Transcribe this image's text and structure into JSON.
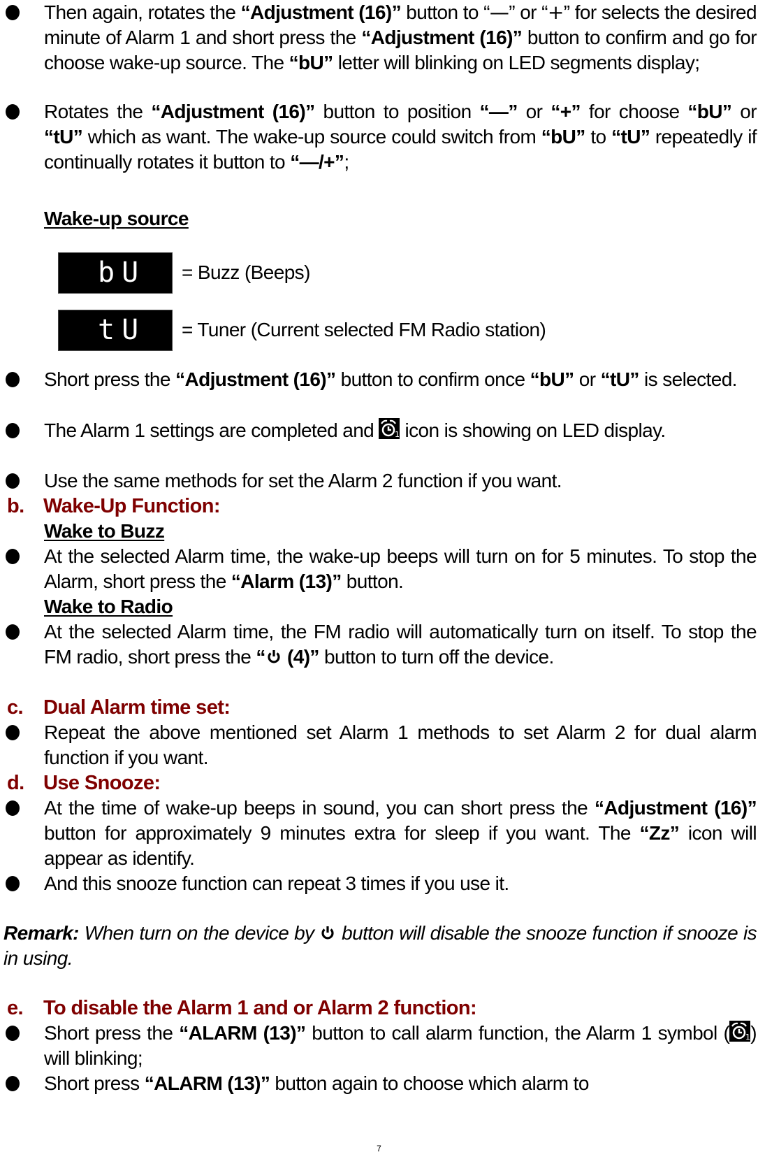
{
  "page_number": "7",
  "colors": {
    "heading": "#7f0000",
    "text": "#000000",
    "led_bg": "#000000",
    "led_fg": "#ffffff"
  },
  "para1": {
    "t1": "Then again, rotates the ",
    "b1": "“Adjustment (16)”",
    "t2": " button to “",
    "minus": "—",
    "t3": "” or “",
    "plus": "+",
    "t4": "” for selects the desired minute of Alarm 1 and short press the ",
    "b2": "“Adjustment (16)”",
    "t5": " button to confirm and go for choose wake-up source. The ",
    "b3": "“bU”",
    "t6": " letter will blinking on LED segments display;"
  },
  "para2": {
    "t1": "Rotates the ",
    "b1": "“Adjustment (16)”",
    "t2": " button to position ",
    "b2": "“—”",
    "t3": " or ",
    "b3": "“+”",
    "t4": " for choose ",
    "b4": "“bU”",
    "t5": " or ",
    "b5": "“tU”",
    "t6": " which as want. The wake-up source could switch from ",
    "b6": "“bU”",
    "t7": " to ",
    "b7": "“tU”",
    "t8": " repeatedly if continually rotates it button to ",
    "b8": "“—/+”",
    "t9": ";"
  },
  "wake_source_title": "Wake-up source",
  "wake_sources": [
    {
      "display": "bU",
      "label": "= Buzz (Beeps)"
    },
    {
      "display": "tU",
      "label": "= Tuner (Current selected FM Radio station)"
    }
  ],
  "para3": {
    "t1": "Short press the ",
    "b1": "“Adjustment (16)”",
    "t2": " button to confirm once ",
    "b2": "“bU”",
    "t3": " or ",
    "b3": "“tU”",
    "t4": " is selected."
  },
  "para4": {
    "t1": "The Alarm 1 settings are completed and ",
    "icon": "alarm-1-icon",
    "t2": " icon is showing on LED display."
  },
  "para5": {
    "text": "Use the same methods for set the Alarm 2 function if you want."
  },
  "section_b": {
    "letter": "b.",
    "title": "Wake-Up Function:"
  },
  "wake_buzz_title": "Wake to Buzz",
  "para6": {
    "t1": "At the selected Alarm time, the wake-up beeps will turn on for 5 minutes. To stop the Alarm, short press the ",
    "b1": "“Alarm (13)”",
    "t2": " button."
  },
  "wake_radio_title": "Wake to Radio",
  "para7": {
    "t1": "At the selected Alarm time, the FM radio will automatically turn on itself. To stop the FM radio, short press the ",
    "b1a": "“",
    "icon": "power-icon",
    "b1b": " (4)”",
    "t2": " button to turn off the device."
  },
  "section_c": {
    "letter": "c.",
    "title": "Dual Alarm time set:"
  },
  "para8": {
    "text": "Repeat the above mentioned set Alarm 1 methods to set Alarm 2 for dual alarm function if you want."
  },
  "section_d": {
    "letter": "d.",
    "title": "Use Snooze:"
  },
  "para9": {
    "t1": "At the time of wake-up beeps in sound, you can short press the ",
    "b1": "“Adjustment (16)”",
    "t2": " button for approximately 9 minutes extra for sleep if you want. The ",
    "b2": "“Zz”",
    "t3": " icon will appear as identify."
  },
  "para10": {
    "text": "And this snooze function can repeat 3 times if you use it."
  },
  "remark": {
    "label": "Remark:",
    "t1": " When turn on the device by ",
    "icon": "power-icon",
    "t2": " button will disable the snooze function if snooze is in using."
  },
  "section_e": {
    "letter": "e.",
    "title": "To disable the Alarm 1 and or Alarm 2 function:"
  },
  "para11": {
    "t1": "Short press the ",
    "b1": "“ALARM (13)”",
    "t2": " button to call alarm function, the Alarm 1 symbol (",
    "icon": "alarm-1-icon",
    "t3": ") will blinking;"
  },
  "para12": {
    "t1": "Short press ",
    "b1": "“ALARM (13)”",
    "t2": " button again to choose which alarm to"
  }
}
